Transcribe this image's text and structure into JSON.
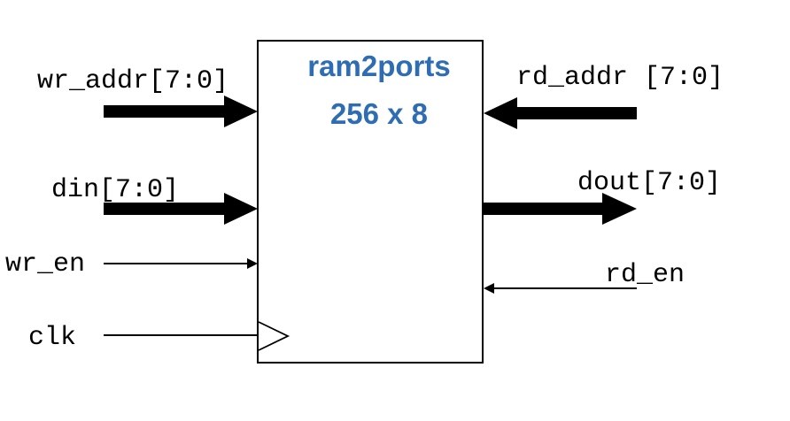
{
  "block": {
    "name": "ram2ports",
    "size": "256 x 8",
    "title_color": "#2e6db4"
  },
  "signals": {
    "wr_addr": "wr_addr[7:0]",
    "din": "din[7:0]",
    "wr_en": "wr_en",
    "clk": "clk",
    "rd_addr": "rd_addr [7:0]",
    "dout": "dout[7:0]",
    "rd_en": "rd_en"
  },
  "colors": {
    "line": "#000000",
    "background": "#ffffff"
  }
}
